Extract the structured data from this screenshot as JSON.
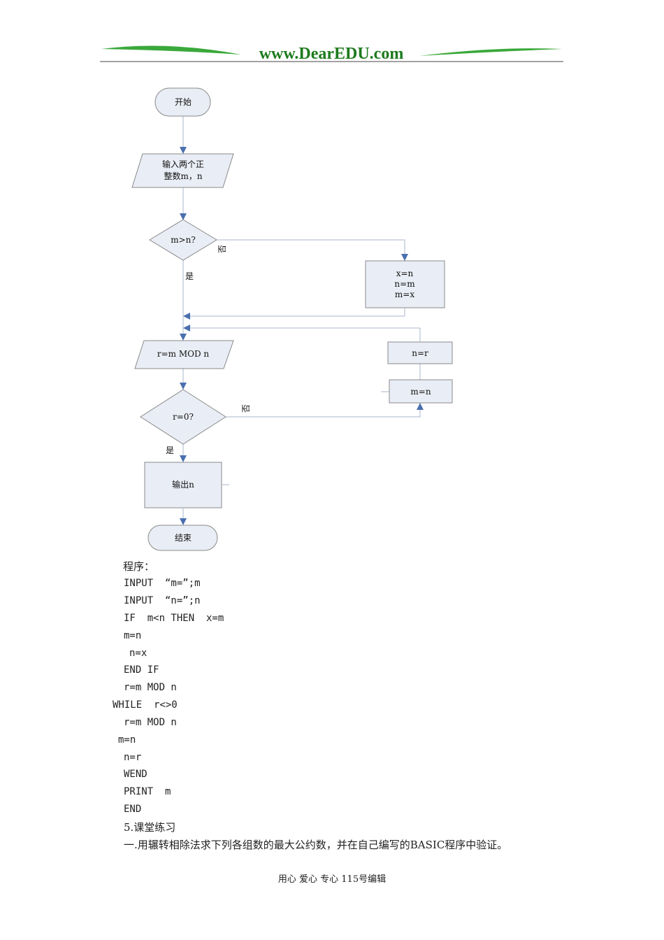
{
  "header": {
    "site_text": "www.DearEDU.com",
    "text_color": "#1d7a1d",
    "swoosh_color": "#3aa83a"
  },
  "flowchart": {
    "start": "开始",
    "input_line1": "输入两个正",
    "input_line2": "整数m，n",
    "cond1": "m>n?",
    "cond1_no": "否",
    "cond1_yes": "是",
    "swap_line1": "x=n",
    "swap_line2": "n=m",
    "swap_line3": "m=x",
    "mod": "r=m MOD n",
    "cond2": "r=0?",
    "cond2_no": "否",
    "cond2_yes": "是",
    "assign_n": "n=r",
    "assign_m": "m=n",
    "output": "输出n",
    "end": "结束",
    "node_fill": "#e9edf5",
    "node_stroke": "#8a8a8a",
    "arrow_color": "#4a6fae"
  },
  "program": {
    "heading": "程序：",
    "lines": [
      "INPUT  “m=”;m",
      "INPUT  “n=”;n",
      "IF  m<n THEN  x=m",
      "m=n",
      "n=x",
      "END IF",
      "r=m MOD n",
      "WHILE  r<>0",
      "r=m MOD n",
      "m=n",
      "n=r",
      "WEND",
      "PRINT  m",
      "END"
    ]
  },
  "exercise": {
    "title": "5.课堂练习",
    "item1": "一.用辗转相除法求下列各组数的最大公约数，并在自己编写的BASIC程序中验证。"
  },
  "footer": {
    "text": "用心 爱心 专心 115号编辑"
  }
}
